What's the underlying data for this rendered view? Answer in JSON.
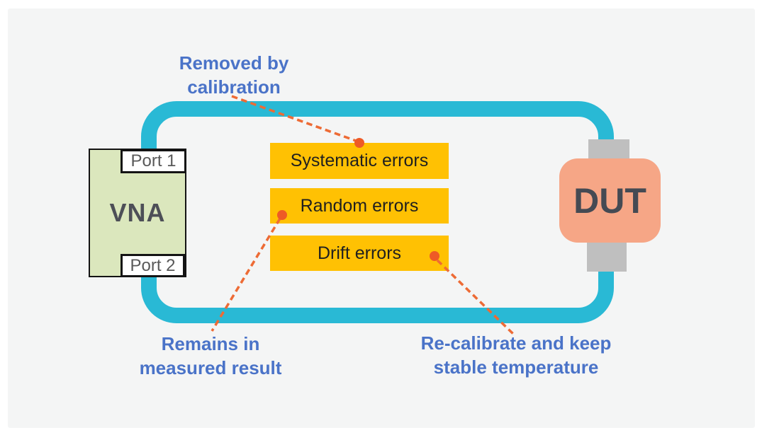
{
  "diagram": {
    "vna": {
      "label": "VNA",
      "port1_label": "Port 1",
      "port2_label": "Port 2"
    },
    "dut": {
      "label": "DUT"
    },
    "error_boxes": [
      {
        "label": "Systematic errors"
      },
      {
        "label": "Random errors"
      },
      {
        "label": "Drift errors"
      }
    ],
    "callouts": [
      {
        "lines": [
          "Removed by",
          "calibration"
        ],
        "points_to": "Systematic errors"
      },
      {
        "lines": [
          "Remains in",
          "measured result"
        ],
        "points_to": "Random errors"
      },
      {
        "lines": [
          "Re-calibrate and keep",
          "stable temperature"
        ],
        "points_to": "Drift errors"
      }
    ]
  },
  "colors": {
    "background": "#ffffff",
    "panel": "#f4f5f5",
    "cable_teal": "#29b9d5",
    "box_yellow": "#ffc103",
    "box_text": "#1f1f1f",
    "vna_green": "#dbe7bd",
    "vna_border": "#141414",
    "vna_text": "#4d4f57",
    "port_text": "#595959",
    "dut_salmon": "#f6a686",
    "dut_text": "#454a53",
    "connector_gray": "#bfbfbf",
    "annotation_blue": "#4a73c8",
    "callout_orange": "#ed6b35",
    "dot_orange": "#ee5a26"
  }
}
